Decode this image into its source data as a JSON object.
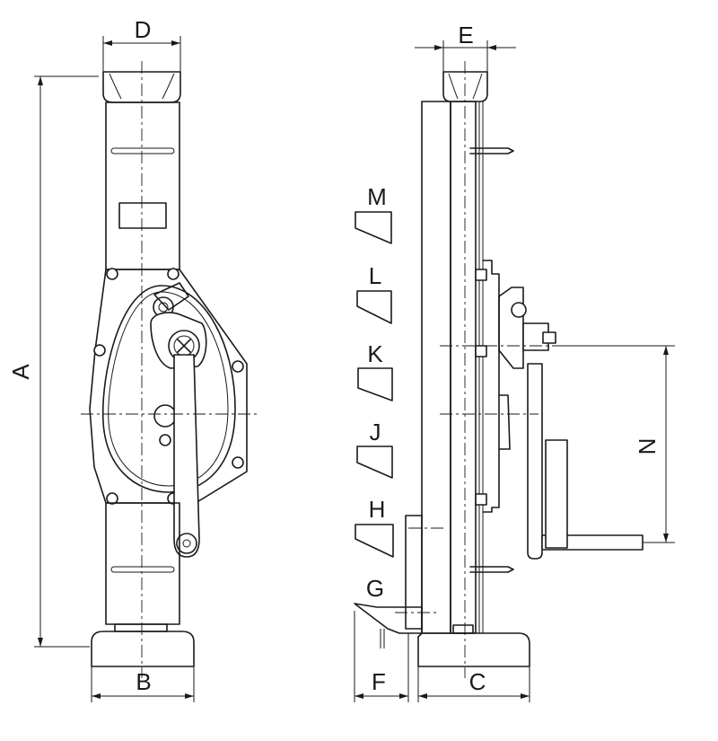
{
  "dimensions": {
    "A": "A",
    "B": "B",
    "C": "C",
    "D": "D",
    "E": "E",
    "F": "F",
    "N": "N"
  },
  "wedges": {
    "M": "M",
    "L": "L",
    "K": "K",
    "J": "J",
    "H": "H"
  },
  "parts": {
    "G": "G"
  }
}
